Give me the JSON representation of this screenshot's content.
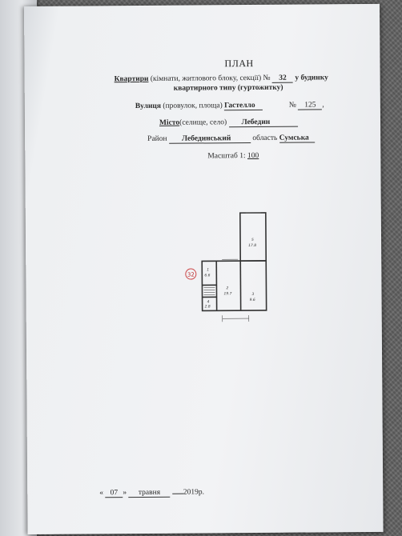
{
  "document": {
    "title": "ПЛАН",
    "line1": {
      "word": "Квартири",
      "paren": " (кімнати, житлового блоку, секції) №",
      "number": "32",
      "tail": " у будинку"
    },
    "line2": {
      "text": "квартирного типу (гуртожитку)"
    },
    "line3": {
      "label": "Вулиця",
      "paren": " (провулок, площа) ",
      "street": "Гастелло",
      "no_label": "№",
      "no_value": "125"
    },
    "line4": {
      "label": "Місто",
      "paren": "(селище, село)",
      "city": "Лебедин"
    },
    "line5": {
      "district_label": "Район",
      "district": "Лебединський",
      "oblast_label": "область",
      "oblast": "Сумська"
    },
    "line6": {
      "label": "Масштаб 1:",
      "value": "100"
    },
    "date": {
      "open": "«",
      "day": "07",
      "close": "»",
      "month": "травня",
      "year_suffix": "2019р."
    }
  },
  "floorplan": {
    "apartment_mark": "32",
    "rooms": [
      {
        "num": "5",
        "area": "17.8"
      },
      {
        "num": "2",
        "area": "19.7"
      },
      {
        "num": "3",
        "area": "9.6"
      },
      {
        "num": "1",
        "area": "6.6"
      },
      {
        "num": "4",
        "area": "2.8"
      }
    ]
  }
}
